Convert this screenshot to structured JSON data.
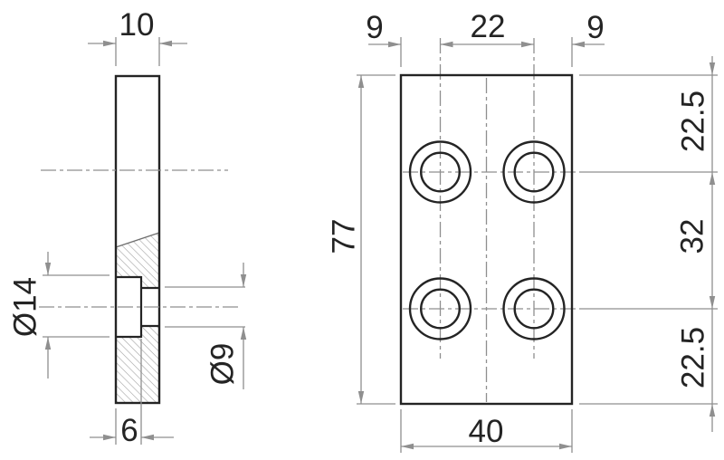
{
  "drawing": {
    "description": "Two-view engineering drawing of a rectangular plate with four counterbored through holes",
    "colors": {
      "outline": "#242424",
      "dimension_lines": "#8f8f8f",
      "hatch": "#a3a3a3",
      "text": "#242424",
      "background": "#ffffff"
    },
    "side_section_view": {
      "thickness": "10",
      "counterbore_depth": "6",
      "counterbore_diameter": "Ø14",
      "hole_diameter": "Ø9"
    },
    "front_view": {
      "left_edge_to_hole": "9",
      "hole_column_spacing": "22",
      "right_edge_to_hole": "9",
      "plate_height": "77",
      "top_edge_to_row1": "22.5",
      "row_spacing": "32",
      "row2_to_bottom_edge": "22.5",
      "plate_width": "40"
    }
  }
}
